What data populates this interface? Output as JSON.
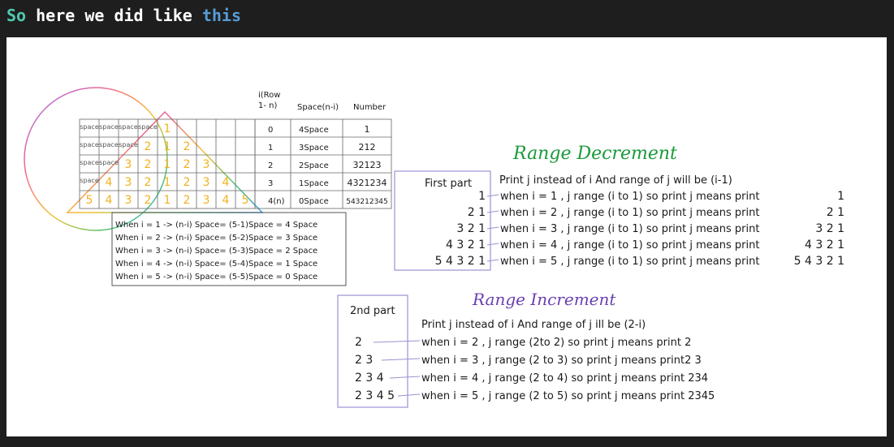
{
  "header": {
    "prefix": "So",
    "middle": " here we did like ",
    "keyword": "this"
  },
  "table": {
    "col_row": "i(Row",
    "col_row2": "1- n)",
    "col_space": "Space(n-i)",
    "col_number": "Number",
    "rows": [
      {
        "i": "0",
        "space": "4Space",
        "number": "1"
      },
      {
        "i": "1",
        "space": "3Space",
        "number": "212"
      },
      {
        "i": "2",
        "space": "2Space",
        "number": "32123"
      },
      {
        "i": "3",
        "space": "1Space",
        "number": "4321234"
      },
      {
        "i": "4(n)",
        "space": "0Space",
        "number": "543212345"
      }
    ]
  },
  "grid": {
    "space_label": "space",
    "rows": [
      [
        "",
        "",
        "",
        "",
        "1",
        "",
        "",
        "",
        ""
      ],
      [
        "",
        "",
        "",
        "2",
        "1",
        "2",
        "",
        "",
        ""
      ],
      [
        "",
        "",
        "3",
        "2",
        "1",
        "2",
        "3",
        "",
        ""
      ],
      [
        "",
        "4",
        "3",
        "2",
        "1",
        "2",
        "3",
        "4",
        ""
      ],
      [
        "5",
        "4",
        "3",
        "2",
        "1",
        "2",
        "3",
        "4",
        "5"
      ]
    ]
  },
  "space_notes": [
    "When i = 1 ->    (n-i) Space=  (5-1)Space =  4 Space",
    "When i = 2 ->    (n-i) Space=  (5-2)Space = 3 Space",
    "When i = 3 ->    (n-i) Space=  (5-3)Space = 2 Space",
    "When i = 4 ->    (n-i) Space=  (5-4)Space = 1 Space",
    "When i = 5 ->    (n-i) Space=  (5-5)Space =  0 Space"
  ],
  "decrement": {
    "title": "Range Decrement",
    "part_label": "First part",
    "intro": "Print j instead of i  And range of j will be (i-1)",
    "rows": [
      {
        "left": "1",
        "text": "when i = 1 , j range (i to 1) so print j means print",
        "result": "1"
      },
      {
        "left": "2 1",
        "text": "when i = 2 , j range (i to 1) so print j means print",
        "result": "2 1"
      },
      {
        "left": "3 2 1",
        "text": "when i = 3 , j range (i to 1) so print j means print",
        "result": "3 2 1"
      },
      {
        "left": "4 3 2 1",
        "text": "when i = 4 , j range (i to 1) so print j means print",
        "result": "4 3 2 1"
      },
      {
        "left": "5 4 3 2 1",
        "text": "when i = 5 , j range (i to 1) so print j means print",
        "result": "5 4 3 2 1"
      }
    ]
  },
  "increment": {
    "title": "Range Increment",
    "part_label": "2nd part",
    "intro": "Print j instead of i  And range of j ill be (2-i)",
    "rows": [
      {
        "left": "2",
        "text": "when i = 2 , j range (2to 2) so print j means print 2"
      },
      {
        "left": "2 3",
        "text": "when i = 3 , j range (2 to 3) so print j means print2 3"
      },
      {
        "left": "2 3 4",
        "text": "when i = 4 , j range (2 to 4) so print j means print 234"
      },
      {
        "left": "2 3 4 5",
        "text": "when i = 5 , j range (2 to 5) so print j means print  2345"
      }
    ]
  }
}
